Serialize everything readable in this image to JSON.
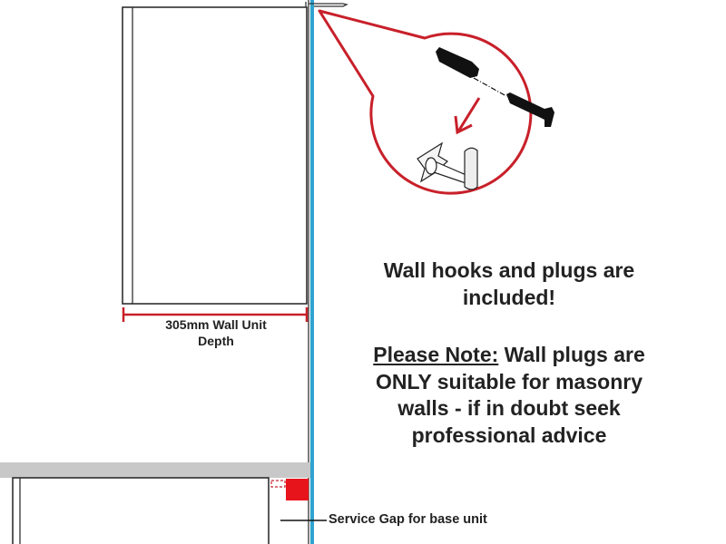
{
  "labels": {
    "wall_unit_depth_line1": "305mm Wall Unit",
    "wall_unit_depth_line2": "Depth",
    "service_gap": "Service Gap for base unit"
  },
  "notice": {
    "headline_line1": "Wall hooks and plugs are",
    "headline_line2": "included!",
    "note_label": "Please Note:",
    "note_line1_rest": " Wall plugs are",
    "note_line2": "ONLY suitable for masonry",
    "note_line3": "walls - if in doubt seek",
    "note_line4": "professional advice"
  },
  "colors": {
    "callout_red": "#c8202a",
    "wall_blue": "#2ea3cf",
    "worktop_gray": "#c8c8c8",
    "gap_red": "#e8141c"
  }
}
